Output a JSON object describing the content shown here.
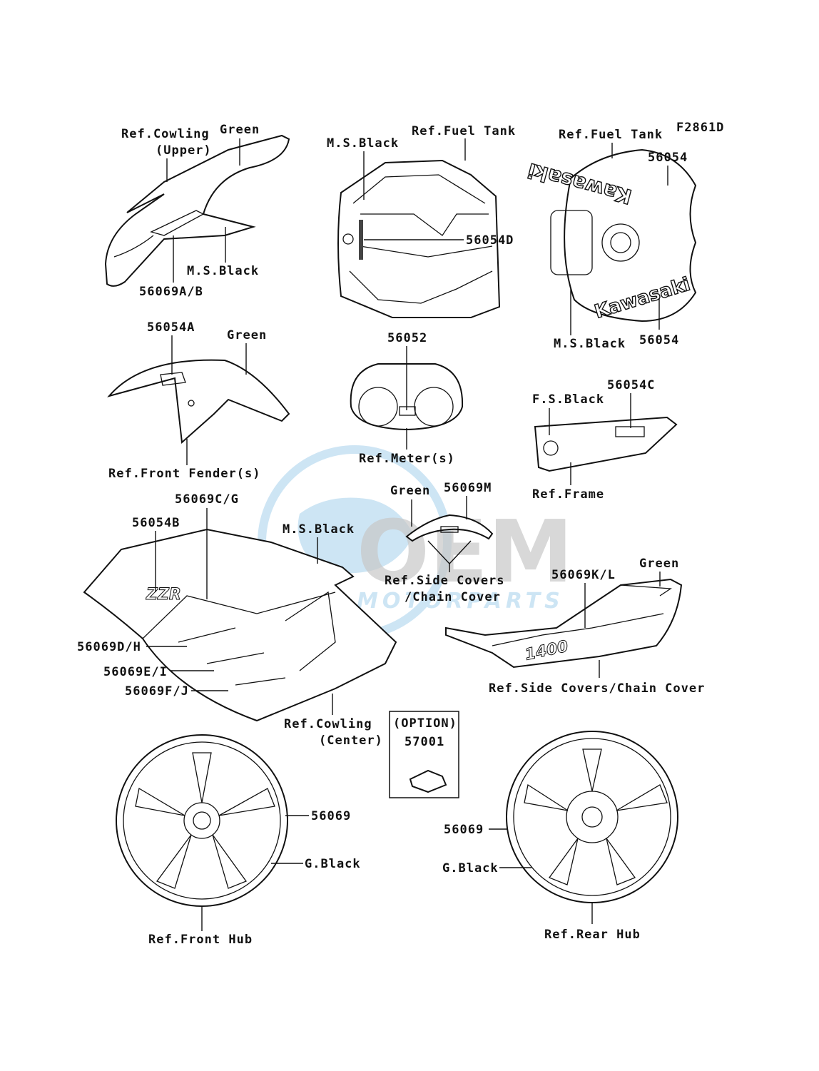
{
  "figure_code": "F2861D",
  "labels": {
    "ref_cowling_upper_1": "Ref.Cowling",
    "ref_cowling_upper_2": "(Upper)",
    "green_top": "Green",
    "ms_black_cowl": "M.S.Black",
    "p56069ab": "56069A/B",
    "ms_black_tank": "M.S.Black",
    "ref_fuel_tank_mid": "Ref.Fuel Tank",
    "p56054d": "56054D",
    "ref_fuel_tank_right": "Ref.Fuel Tank",
    "p56054_top": "56054",
    "ms_black_tank_right": "M.S.Black",
    "p56054_bottom": "56054",
    "p56054a": "56054A",
    "green_fender": "Green",
    "ref_front_fender": "Ref.Front Fender(s)",
    "p56052": "56052",
    "ref_meter": "Ref.Meter(s)",
    "fs_black": "F.S.Black",
    "p56054c": "56054C",
    "ref_frame": "Ref.Frame",
    "p56069cg": "56069C/G",
    "p56054b": "56054B",
    "ms_black_center": "M.S.Black",
    "green_m": "Green",
    "p56069m": "56069M",
    "ref_side_covers_1": "Ref.Side Covers",
    "ref_side_covers_2": "/Chain Cover",
    "p56069kl": "56069K/L",
    "green_side": "Green",
    "ref_side_covers_chain": "Ref.Side Covers/Chain Cover",
    "p56069dh": "56069D/H",
    "p56069ei": "56069E/I",
    "p56069fj": "56069F/J",
    "ref_cowling_center_1": "Ref.Cowling",
    "ref_cowling_center_2": "(Center)",
    "option": "(OPTION)",
    "p57001": "57001",
    "p56069_front": "56069",
    "g_black_front": "G.Black",
    "ref_front_hub": "Ref.Front Hub",
    "p56069_rear": "56069",
    "g_black_rear": "G.Black",
    "ref_rear_hub": "Ref.Rear Hub"
  },
  "decals": {
    "tank_top": "Kawasaki",
    "tank_bottom": "Kawasaki",
    "cowl_logo": "ZZR",
    "side_logo": "1400"
  },
  "watermark": {
    "brand": "OEM",
    "sub": "MOTORPARTS",
    "color": "#4fa3d9"
  }
}
